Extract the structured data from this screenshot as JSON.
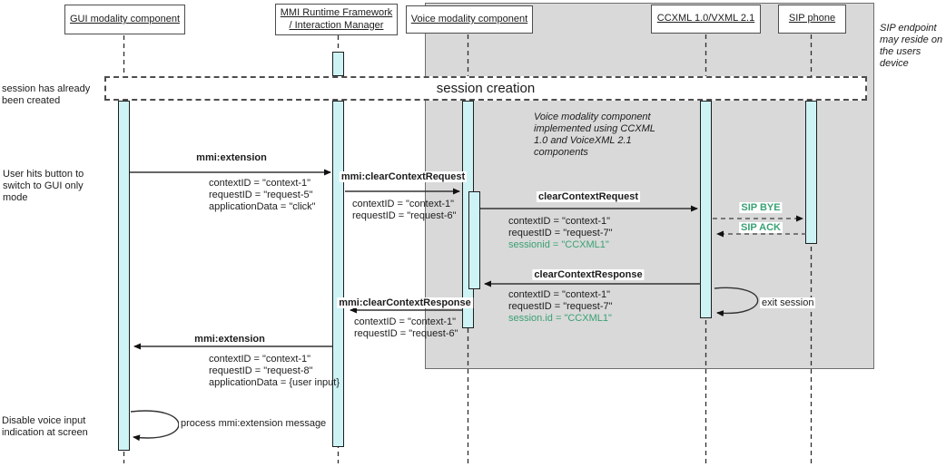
{
  "participants": {
    "gui": "GUI modality component",
    "mmi": "MMI Runtime Framework\n/ Interaction Manager",
    "voice": "Voice modality component",
    "ccxml": "CCXML 1.0/VXML 2.1",
    "sip": "SIP phone"
  },
  "fragment": {
    "label": "session creation"
  },
  "annotations": {
    "session_created": "session has already\nbeen created",
    "user_hits_button": "User hits button to\nswitch to GUI only\nmode",
    "disable_voice": "Disable voice input\nindication at screen",
    "sip_endpoint_note": "SIP endpoint\nmay reside on\nthe users\ndevice",
    "voice_component_note": "Voice modality component\nimplemented using CCXML\n1.0 and VoiceXML 2.1\ncomponents"
  },
  "messages": {
    "m1": {
      "label": "mmi:extension",
      "params": "contextID = \"context-1\"\nrequestID = \"request-5\"\napplicationData = \"click\""
    },
    "m2": {
      "label": "mmi:clearContextRequest",
      "params": "contextID = \"context-1\"\nrequestID = \"request-6\""
    },
    "m3": {
      "label": "clearContextRequest",
      "params_black": "contextID = \"context-1\"\nrequestID = \"request-7\"",
      "params_green": "sessionid = \"CCXML1\""
    },
    "m4": {
      "label": "SIP BYE"
    },
    "m5": {
      "label": "SIP ACK"
    },
    "m6": {
      "label": "clearContextResponse",
      "params_black": "contextID = \"context-1\"\nrequestID = \"request-7\"",
      "params_green": "session.id = \"CCXML1\""
    },
    "m7": {
      "label": "exit session"
    },
    "m8": {
      "label": "mmi:clearContextResponse",
      "params": "contextID = \"context-1\"\nrequestID = \"request-6\""
    },
    "m9": {
      "label": "mmi:extension",
      "params": "contextID = \"context-1\"\nrequestID = \"request-8\"\napplicationData = {user input}"
    },
    "m10": {
      "label": "process mmi:extension message"
    }
  },
  "colors": {
    "activation_fill": "#cdf3f5",
    "region_fill": "#d9d9d9",
    "green_text": "#3aa173"
  }
}
